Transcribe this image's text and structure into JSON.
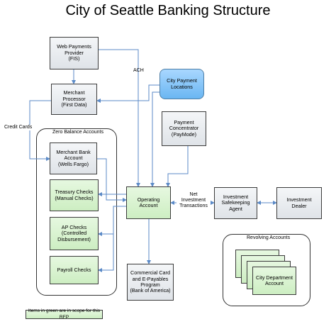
{
  "title": "City of Seattle Banking Structure",
  "nodes": {
    "web_payments": "Web Payments\nProvider\n(FIS)",
    "merchant_processor": "Merchant\nProcessor\n(First Data)",
    "city_payment_locations": "City Payment\nLocations",
    "payment_concentrator": "Payment\nConcentrator\n(PayMode)",
    "merchant_bank": "Merchant Bank\nAccount\n(Wells Fargo)",
    "treasury_checks": "Treasury Checks\n(Manual Checks)",
    "ap_checks": "AP Checks\n(Controlled\nDisbursement)",
    "payroll_checks": "Payroll Checks",
    "operating_account": "Operating Account",
    "investment_agent": "Investment\nSafekeeping Agent",
    "investment_dealer": "Investment Dealer",
    "commercial_card": "Commercial Card\nand E-Payables\nProgram\n(Bank of America)",
    "city_department_account": "City Department\nAccount"
  },
  "groups": {
    "zero_balance": "Zero Balance Accounts",
    "revolving": "Revolving Accounts"
  },
  "edge_labels": {
    "ach": "ACH",
    "credit_cards": "Credit Cards",
    "net_investment": "Net\nInvestment\nTransactions"
  },
  "legend": "Items in green are in scope for this RFP",
  "colors": {
    "green_fill": "#d8f3cf",
    "blue_fill": "#8cc8fb",
    "arrow": "#5b8ac7"
  }
}
